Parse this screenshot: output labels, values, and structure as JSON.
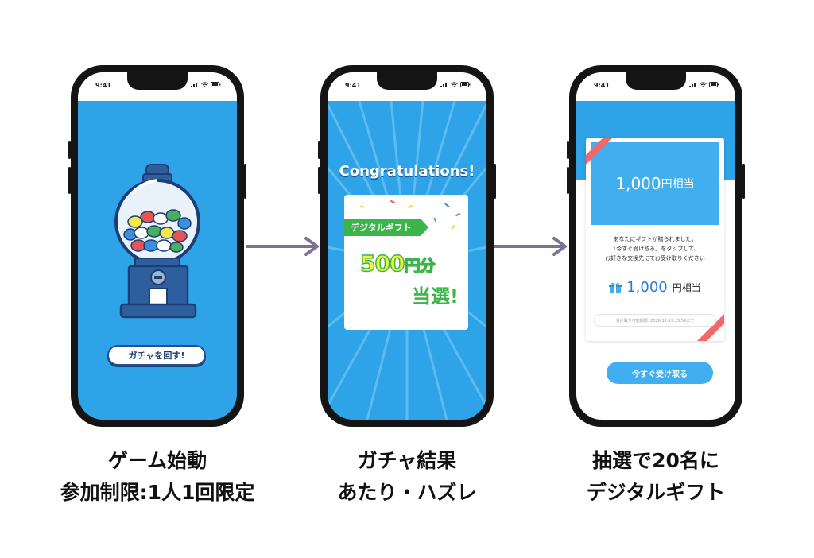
{
  "colors": {
    "screen_blue": "#2ea3e8",
    "accent_green": "#3bb54a",
    "arrow": "#7b7391",
    "card_blue": "#41aef0"
  },
  "phone1": {
    "time": "9:41",
    "button_label": "ガチャを回す!",
    "caption_line1": "ゲーム始動",
    "caption_line2": "参加制限:1人1回限定"
  },
  "phone2": {
    "time": "9:41",
    "headline": "Congratulations!",
    "ribbon_label": "デジタルギフト",
    "amount": "500",
    "amount_unit": "円分",
    "won_label": "当選!",
    "caption_line1": "ガチャ結果",
    "caption_line2": "あたり・ハズレ"
  },
  "phone3": {
    "time": "9:41",
    "card_amount": "1,000",
    "card_amount_unit": "円相当",
    "message_line1": "あなたにギフトが贈られました。",
    "message_line2": "「今すぐ受け取る」をタップして、",
    "message_line3": "お好きな交換先にてお受け取りください",
    "gift_amount": "1,000",
    "gift_amount_unit": "円相当",
    "deadline": "受け取り可能期限: 2026-12-19 23:59まで",
    "button_label": "今すぐ受け取る",
    "caption_line1": "抽選で20名に",
    "caption_line2": "デジタルギフト"
  },
  "icons": [
    "signal-icon",
    "wifi-icon",
    "battery-icon",
    "arrow-right-icon",
    "gift-icon",
    "gacha-machine-icon"
  ]
}
